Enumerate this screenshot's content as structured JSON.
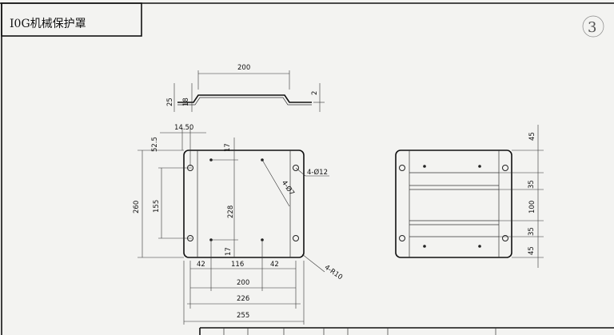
{
  "title": "I0G机械保护罩",
  "page_number": "3",
  "side_view": {
    "width": "200",
    "height": "25",
    "flange": "18",
    "thickness": "2"
  },
  "front_view": {
    "dim_top_offset": "52.5",
    "dim_top_gap": "14.50",
    "height_total": "260",
    "hole_spacing_v": "155",
    "inner_height": "228",
    "inner_margin_top": "17",
    "inner_margin_bottom": "17",
    "hole_label": "4-Ø12",
    "small_hole_label": "4-Ø7",
    "corner_label": "4-R10",
    "margin_left": "42",
    "margin_right": "42",
    "center_spacing": "116",
    "width_inner": "200",
    "width_mid": "226",
    "width_total": "255"
  },
  "right_view": {
    "dims": [
      "45",
      "35",
      "100",
      "35",
      "45"
    ]
  }
}
